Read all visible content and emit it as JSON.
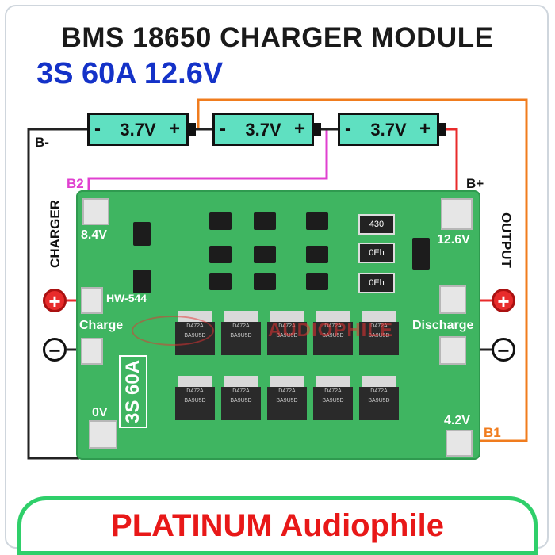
{
  "header": {
    "title": "BMS 18650 CHARGER MODULE",
    "subtitle": "3S 60A 12.6V"
  },
  "batteries": [
    {
      "minus": "-",
      "voltage": "3.7V",
      "plus": "+"
    },
    {
      "minus": "-",
      "voltage": "3.7V",
      "plus": "+"
    },
    {
      "minus": "-",
      "voltage": "3.7V",
      "plus": "+"
    }
  ],
  "wire_labels": {
    "b_minus": "B-",
    "b2": "B2",
    "b_plus": "B+",
    "b1": "B1"
  },
  "side_labels": {
    "left": "CHARGER",
    "right": "OUTPUT"
  },
  "terminals": {
    "plus": "+",
    "minus": "−"
  },
  "board": {
    "v_84": "8.4V",
    "v_126": "12.6V",
    "model": "HW-544",
    "charge": "Charge",
    "discharge": "Discharge",
    "rating": "3S 60A",
    "v_0": "0V",
    "v_42": "4.2V",
    "resistors": [
      "430",
      "0Eh",
      "0Eh"
    ],
    "mosfet_mark": "D472A BA9U5D"
  },
  "watermark": "AUDIOPHILE",
  "footer": {
    "brand": "PLATINUM Audiophile"
  },
  "colors": {
    "title": "#1a1a1a",
    "subtitle": "#1432c8",
    "battery": "#5fe0c1",
    "board": "#3fb561",
    "wire_orange": "#f07c1e",
    "wire_magenta": "#e040d0",
    "wire_red": "#e82b2b",
    "wire_black": "#222222",
    "banner_border": "#2fcf6a",
    "banner_text": "#e81818"
  }
}
